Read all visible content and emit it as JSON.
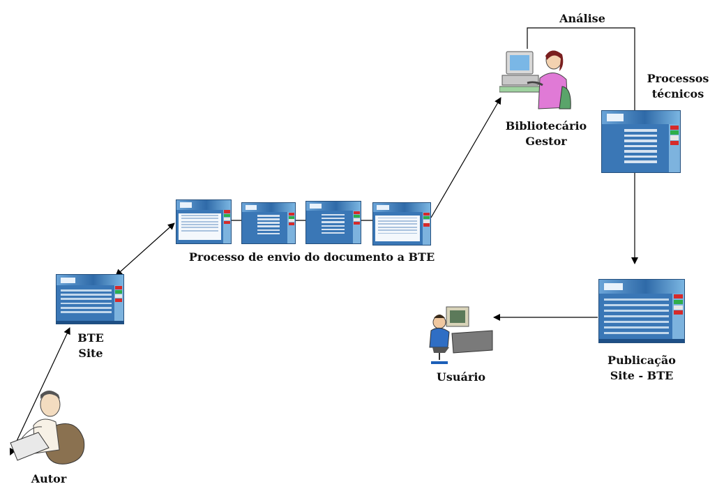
{
  "diagram": {
    "nodes": {
      "autor": {
        "label": "Autor"
      },
      "bte_site": {
        "label_line1": "BTE",
        "label_line2": "Site"
      },
      "processo_envio": {
        "label": "Processo de envio do documento a BTE"
      },
      "bibliotecario": {
        "label_line1": "Bibliotecário",
        "label_line2": "Gestor"
      },
      "analise": {
        "label": "Análise"
      },
      "processos_tecnicos": {
        "label_line1": "Processos",
        "label_line2": "técnicos"
      },
      "publicacao": {
        "label_line1": "Publicação",
        "label_line2": "Site - BTE"
      },
      "usuario": {
        "label": "Usuário"
      }
    },
    "edges": [
      {
        "from": "autor",
        "to": "bte_site",
        "style": "double-arrow"
      },
      {
        "from": "bte_site",
        "to": "processo_envio",
        "style": "double-arrow"
      },
      {
        "from": "processo_envio",
        "to": "bibliotecario",
        "style": "arrow"
      },
      {
        "from": "bibliotecario",
        "to": "processos_tecnicos",
        "style": "line",
        "label": "Análise"
      },
      {
        "from": "processos_tecnicos",
        "to": "publicacao",
        "style": "arrow"
      },
      {
        "from": "publicacao",
        "to": "usuario",
        "style": "arrow"
      }
    ],
    "colors": {
      "screenshot_blue": "#3a77b6",
      "arrow": "#000000",
      "librarian_shirt": "#e07ad6",
      "user_shirt": "#2f6ec4"
    }
  }
}
